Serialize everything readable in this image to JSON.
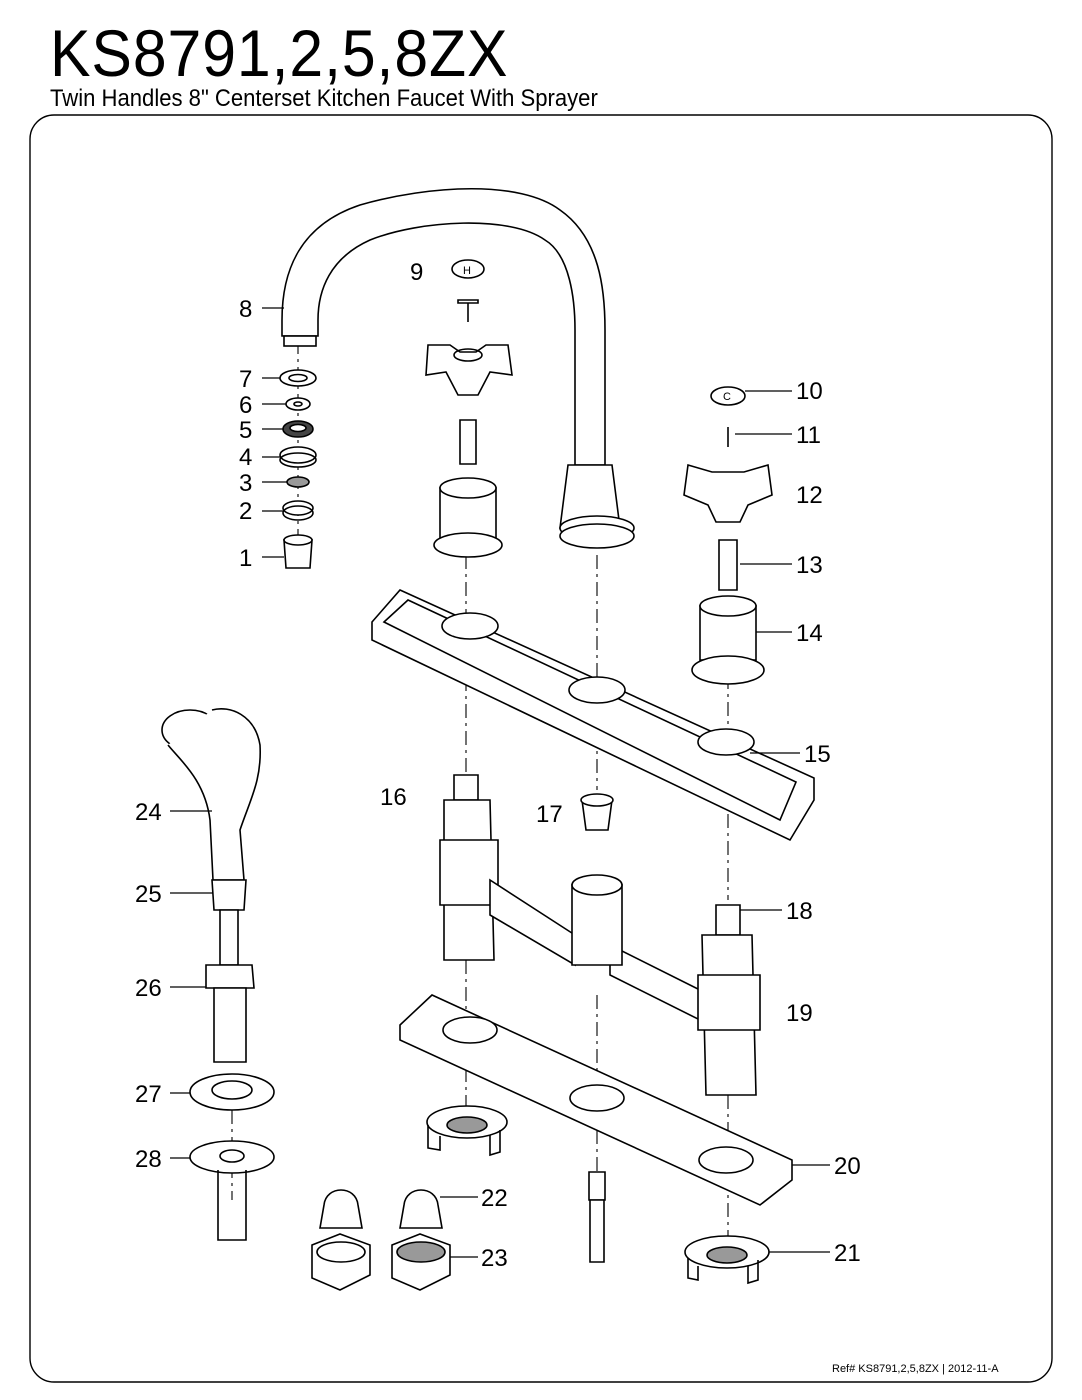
{
  "header": {
    "title": "KS8791,2,5,8ZX",
    "subtitle": "Twin Handles 8\" Centerset Kitchen Faucet With Sprayer"
  },
  "footer": {
    "reference": "Ref# KS8791,2,5,8ZX | 2012-11-A"
  },
  "labels": {
    "p1": "1",
    "p2": "2",
    "p3": "3",
    "p4": "4",
    "p5": "5",
    "p6": "6",
    "p7": "7",
    "p8": "8",
    "p9": "9",
    "p10": "10",
    "p11": "11",
    "p12": "12",
    "p13": "13",
    "p14": "14",
    "p15": "15",
    "p16": "16",
    "p17": "17",
    "p18": "18",
    "p19": "19",
    "p20": "20",
    "p21": "21",
    "p22": "22",
    "p23": "23",
    "p24": "24",
    "p25": "25",
    "p26": "26",
    "p27": "27",
    "p28": "28"
  },
  "cap_letters": {
    "hot": "H",
    "cold": "C"
  }
}
